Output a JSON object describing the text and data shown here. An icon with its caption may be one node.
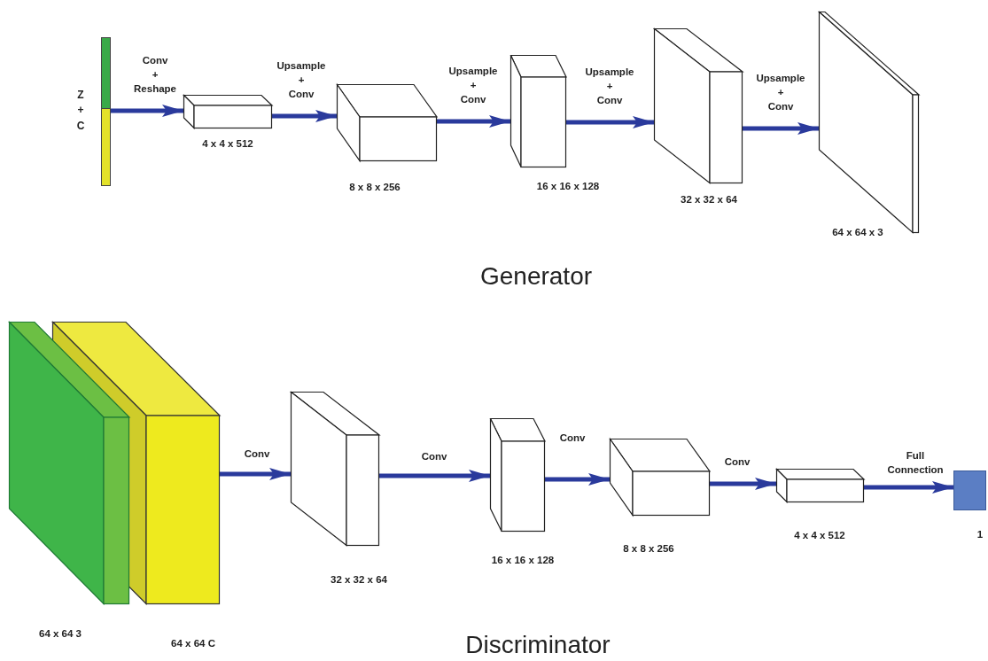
{
  "diagram": {
    "nodes": [
      {
        "text": [],
        "shape": "bar",
        "beside": [
          "Z + C"
        ]
      },
      {
        "text": [
          "4 x 4 x 512"
        ]
      },
      {
        "text": [
          "8 x 8 x 256"
        ]
      },
      {
        "text": [
          "16 x 16 x 128"
        ]
      },
      {
        "text": [
          "32 x 32 x 64"
        ]
      },
      {
        "text": [
          "64 x 64 x 3"
        ]
      },
      {
        "text": [
          "64 x 64 3"
        ]
      },
      {
        "text": [
          "64 x 64 C"
        ]
      },
      {
        "text": [
          "32 x 32 x 64"
        ]
      },
      {
        "text": [
          "16 x 16 x 128"
        ]
      },
      {
        "text": [
          "8 x 8 x 256"
        ]
      },
      {
        "text": [
          "4 x 4 x 512"
        ]
      },
      {
        "text": [
          "1"
        ]
      }
    ],
    "edges": [
      {
        "from": 0,
        "to": 1,
        "arrow": "to",
        "label": "Conv + Reshape"
      },
      {
        "from": 1,
        "to": 2,
        "arrow": "to",
        "label": "Upsample + Conv"
      },
      {
        "from": 2,
        "to": 3,
        "arrow": "to",
        "label": "Upsample + Conv"
      },
      {
        "from": 3,
        "to": 4,
        "arrow": "to",
        "label": "Upsample + Conv"
      },
      {
        "from": 4,
        "to": 5,
        "arrow": "to",
        "label": "Upsample + Conv"
      },
      {
        "from": 7,
        "to": 8,
        "arrow": "to",
        "label": "Conv"
      },
      {
        "from": 8,
        "to": 9,
        "arrow": "to",
        "label": "Conv"
      },
      {
        "from": 9,
        "to": 10,
        "arrow": "to",
        "label": "Conv"
      },
      {
        "from": 10,
        "to": 11,
        "arrow": "to",
        "label": "Conv"
      },
      {
        "from": 11,
        "to": 12,
        "arrow": "to",
        "label": "Full Connection"
      }
    ],
    "labels": [
      "Generator",
      "Discriminator"
    ]
  }
}
